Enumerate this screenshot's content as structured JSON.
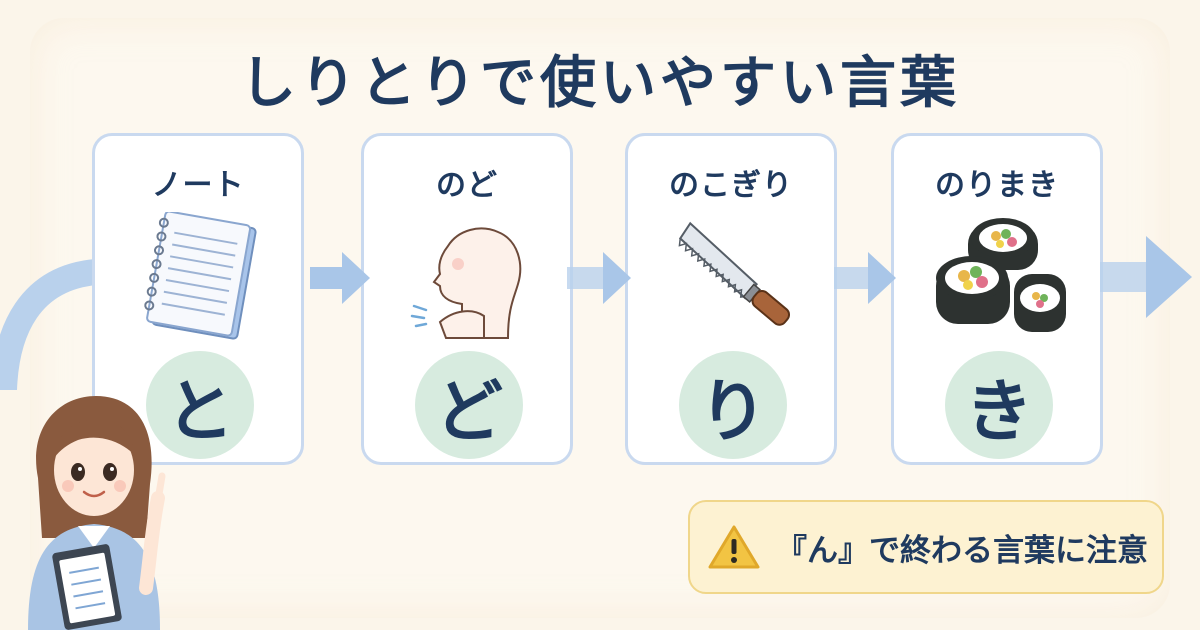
{
  "title": "しりとりで使いやすい言葉",
  "cards": [
    {
      "word": "ノート",
      "icon": "notebook-icon",
      "last_char": "と"
    },
    {
      "word": "のど",
      "icon": "throat-icon",
      "last_char": "ど"
    },
    {
      "word": "のこぎり",
      "icon": "saw-icon",
      "last_char": "り"
    },
    {
      "word": "のりまき",
      "icon": "sushi-roll-icon",
      "last_char": "き"
    }
  ],
  "warning": {
    "icon": "warning-icon",
    "text": "『ん』で終わる言葉に注意"
  },
  "colors": {
    "title": "#1f3a5f",
    "card_border": "#c9d9ef",
    "char_circle": "#d7ebdf",
    "arrow": "#a9c6e8",
    "warning_bg": "#fdf2d2",
    "warning_border": "#f0d68a"
  }
}
